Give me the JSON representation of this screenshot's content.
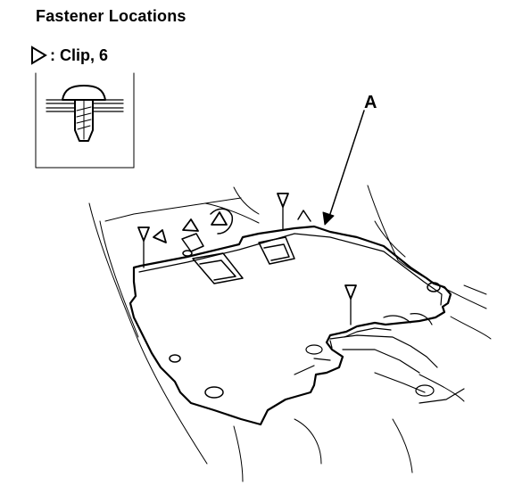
{
  "header": {
    "title": "Fastener Locations"
  },
  "legend": {
    "symbol_icon": "clip-triangle-icon",
    "label": ": Clip, 6"
  },
  "callouts": {
    "a": "A"
  },
  "colors": {
    "ink": "#000000",
    "paper": "#ffffff"
  }
}
